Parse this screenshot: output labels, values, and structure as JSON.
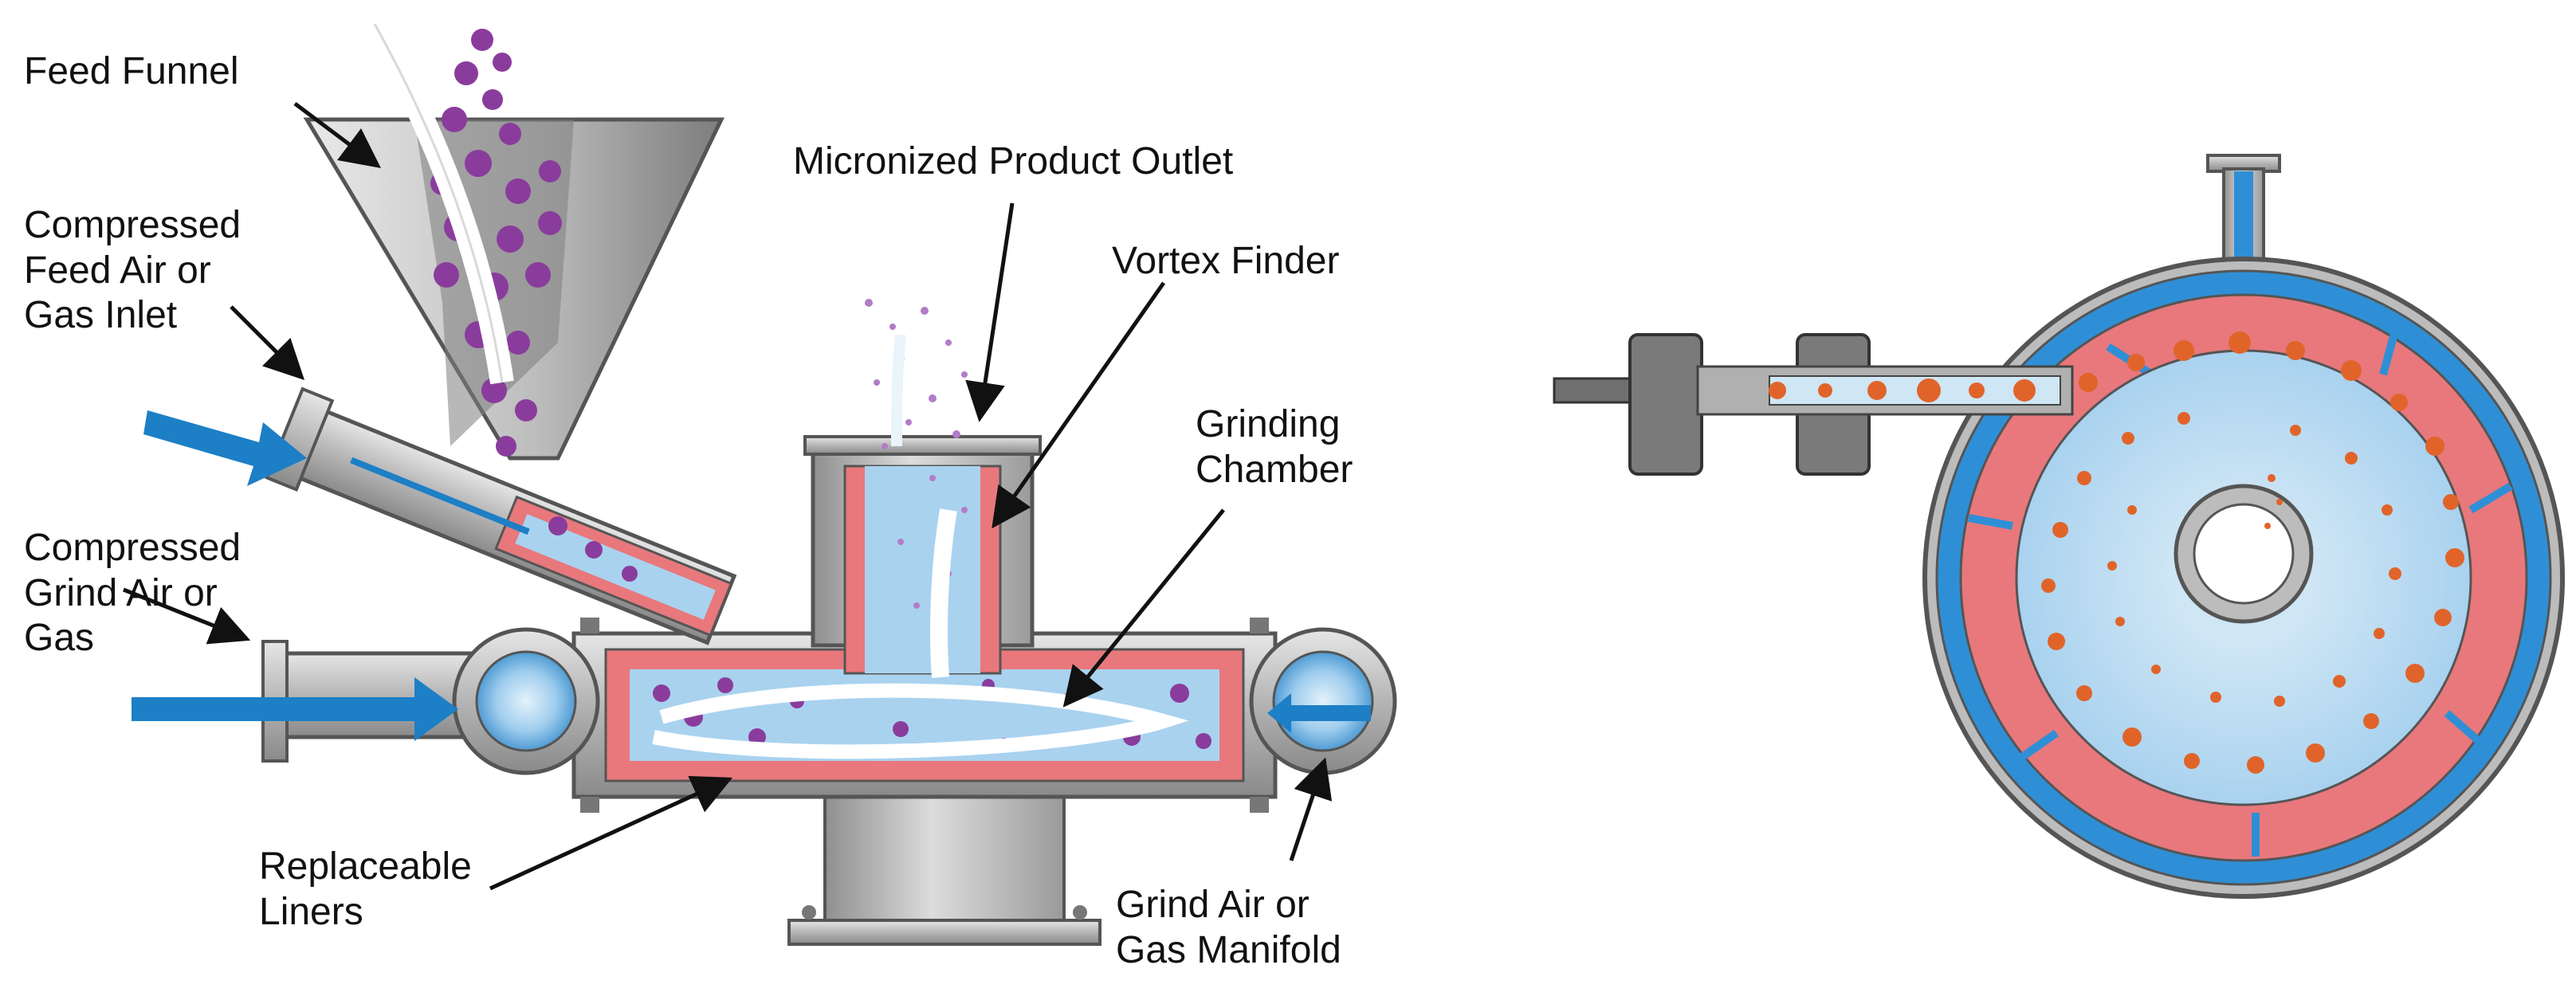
{
  "labels": {
    "feed_funnel": "Feed Funnel",
    "feed_air_inlet": [
      "Compressed",
      "Feed Air or",
      "Gas Inlet"
    ],
    "grind_air_gas": [
      "Compressed",
      "Grind Air or",
      "Gas"
    ],
    "product_outlet": "Micronized Product Outlet",
    "vortex_finder": "Vortex Finder",
    "grinding_chamber": [
      "Grinding",
      "Chamber"
    ],
    "replaceable_liners": [
      "Replaceable",
      "Liners"
    ],
    "grind_air_manifold": [
      "Grind Air or",
      "Gas Manifold"
    ]
  },
  "colors": {
    "air_arrow": "#1d7fc6",
    "liner": "#e8787c",
    "chamber_fill": "#a9d2ef",
    "particles_left": "#8a3c9c",
    "particles_right": "#e0642a",
    "steel": "#9b9b9b",
    "outline": "#555555"
  }
}
